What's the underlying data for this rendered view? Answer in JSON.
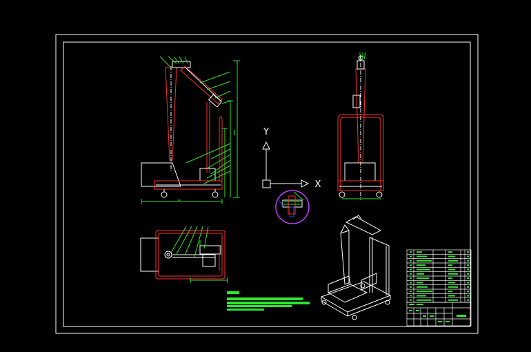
{
  "canvas": {
    "background": "#000000"
  },
  "colors": {
    "border": "#ffffff",
    "outline_red": "#ff3030",
    "leader_green": "#2ee82e",
    "body_white": "#ffffff",
    "detail_magenta": "#c040ff",
    "detail_blue": "#2050ff"
  },
  "ucs_icon": {
    "y_label": "Y",
    "x_label": "X"
  },
  "views": [
    {
      "name": "front-view"
    },
    {
      "name": "side-view"
    },
    {
      "name": "top-view"
    },
    {
      "name": "isometric-view"
    },
    {
      "name": "detail-view"
    }
  ],
  "title_block": {
    "parts_table_rows": 12
  }
}
